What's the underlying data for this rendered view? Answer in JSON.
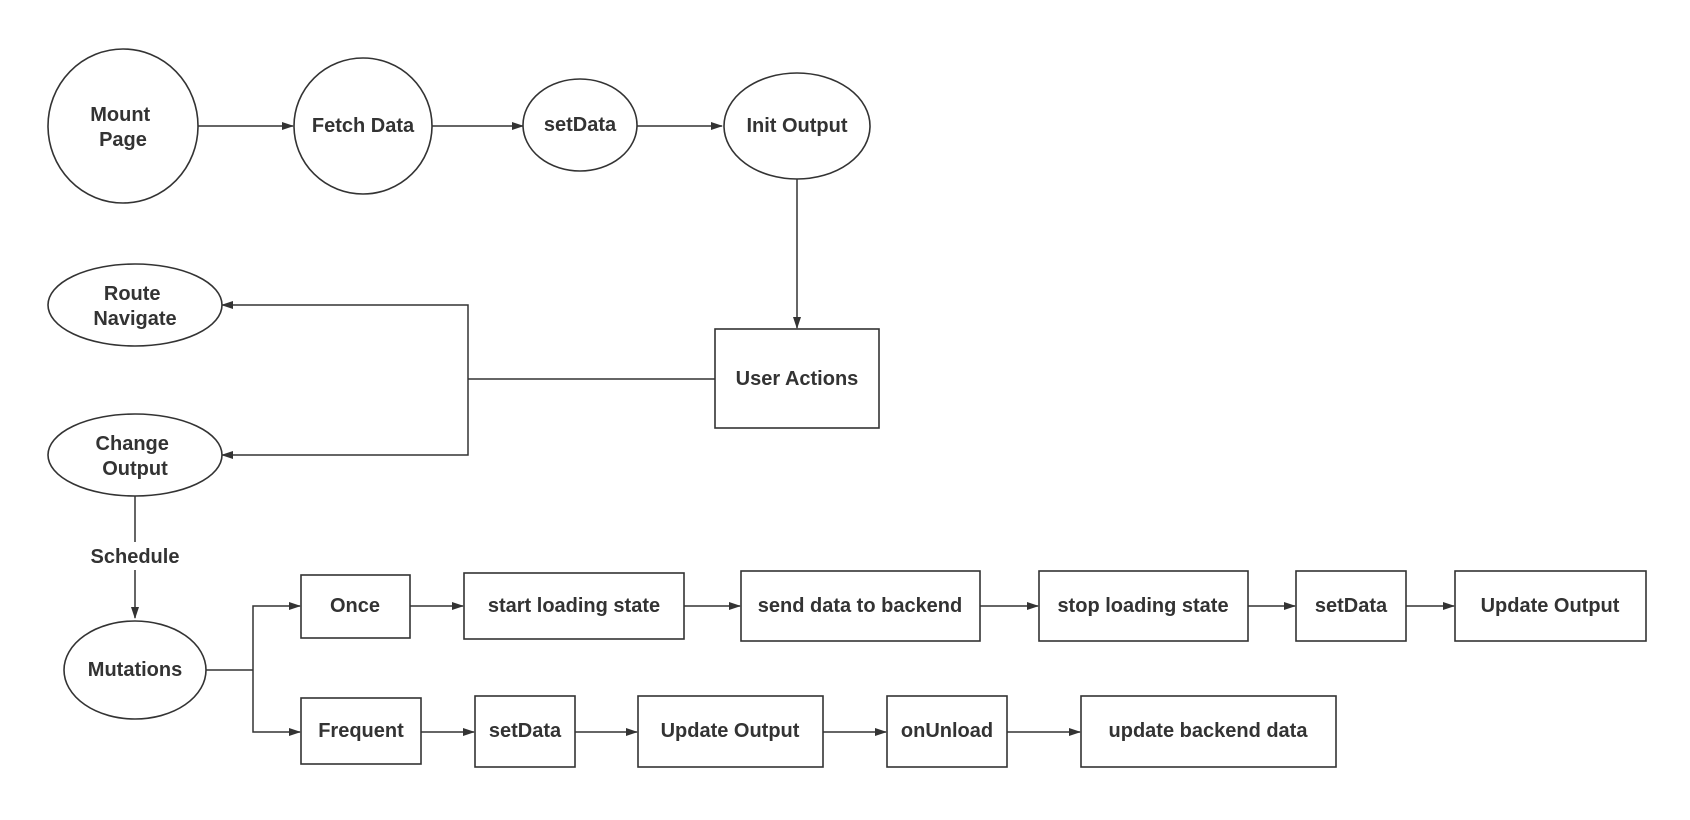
{
  "colors": {
    "stroke": "#333333",
    "text": "#333333",
    "background": "#ffffff"
  },
  "nodes": {
    "mount_page": [
      "Mount",
      "Page"
    ],
    "fetch_data": [
      "Fetch Data"
    ],
    "set_data_1": [
      "setData"
    ],
    "init_output": [
      "Init Output"
    ],
    "user_actions": [
      "User Actions"
    ],
    "route_navigate": [
      "Route",
      "Navigate"
    ],
    "change_output": [
      "Change",
      "Output"
    ],
    "mutations": [
      "Mutations"
    ],
    "once": [
      "Once"
    ],
    "start_loading": [
      "start loading state"
    ],
    "send_data": [
      "send data to backend"
    ],
    "stop_loading": [
      "stop loading state"
    ],
    "set_data_2": [
      "setData"
    ],
    "update_output_1": [
      "Update Output"
    ],
    "frequent": [
      "Frequent"
    ],
    "set_data_3": [
      "setData"
    ],
    "update_output_2": [
      "Update Output"
    ],
    "on_unload": [
      "onUnload"
    ],
    "update_backend": [
      "update backend data"
    ]
  },
  "edge_labels": {
    "schedule": "Schedule"
  }
}
